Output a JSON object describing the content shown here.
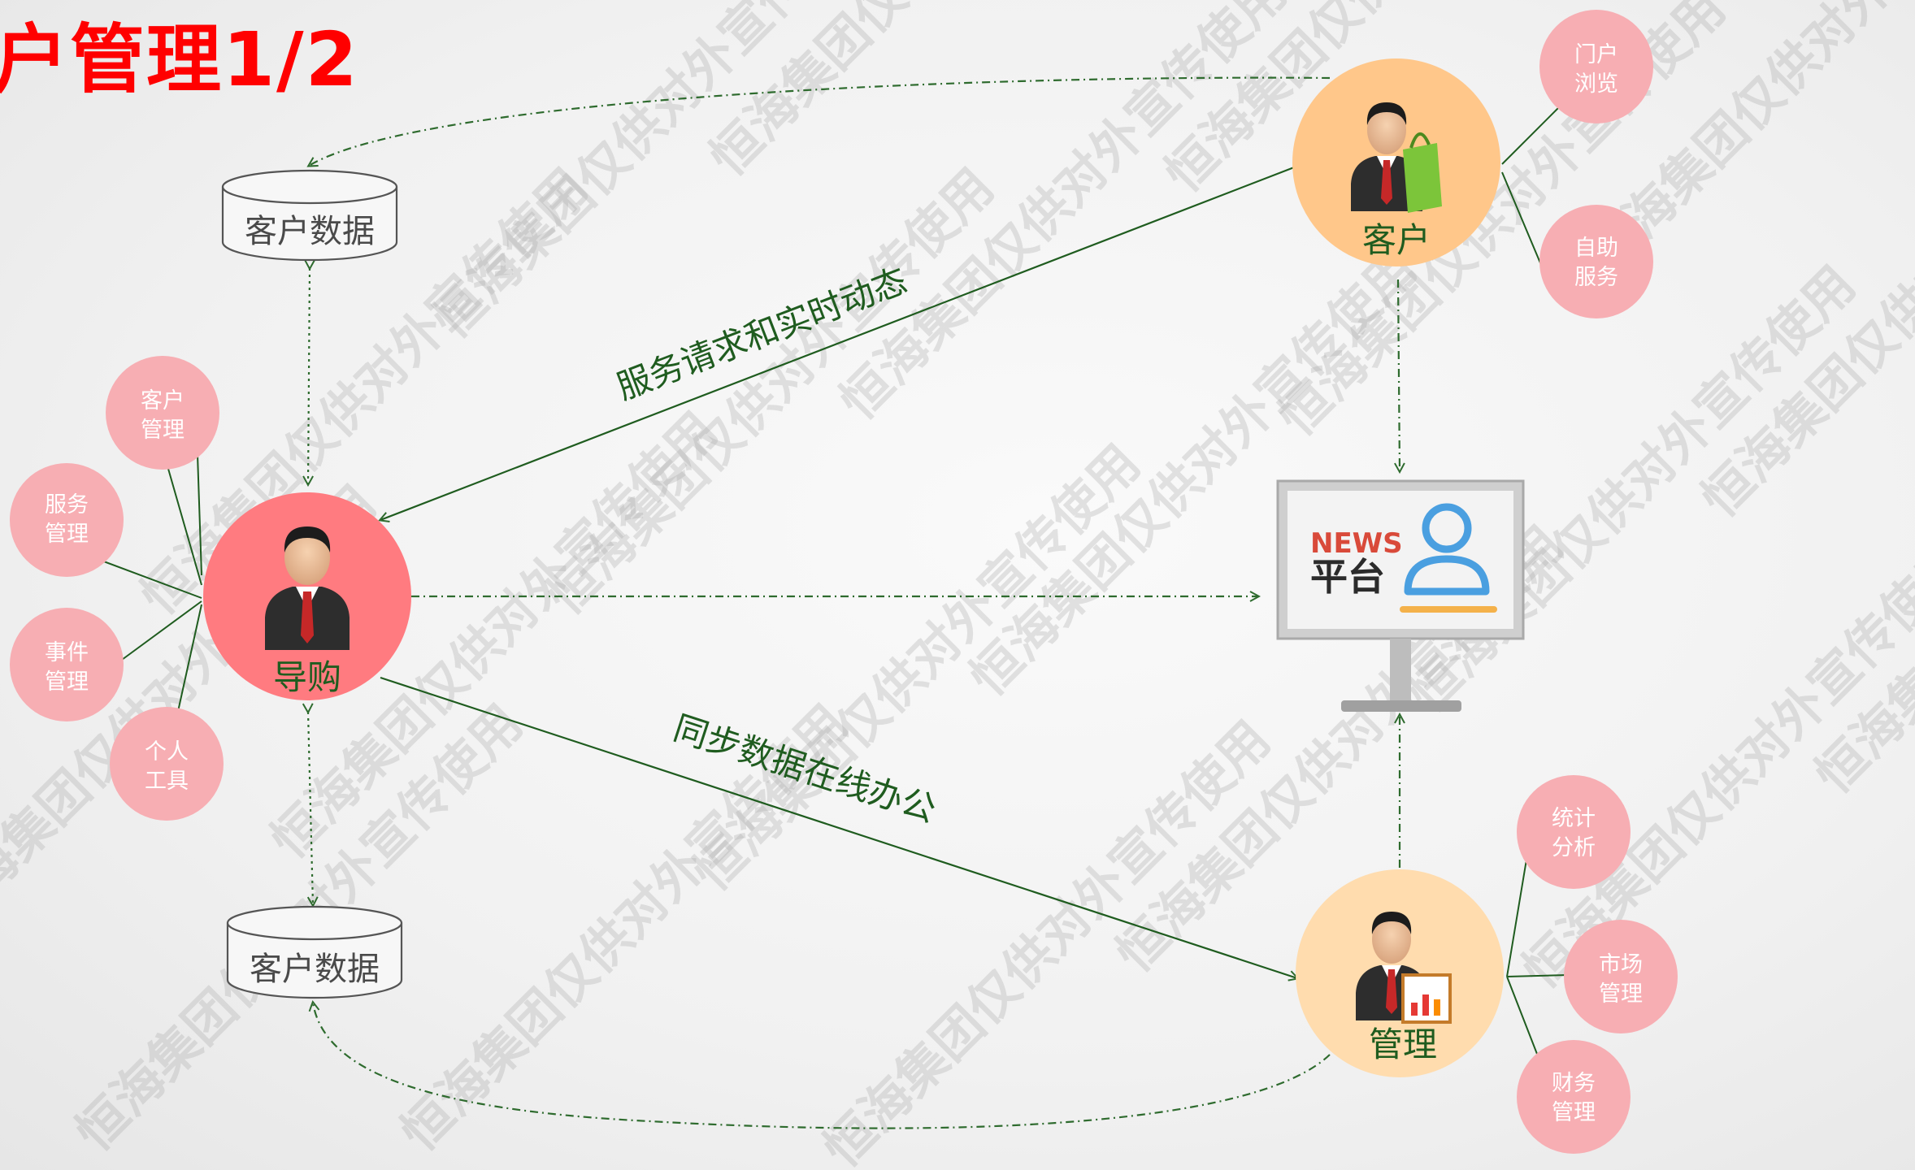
{
  "title": "户管理1/2",
  "watermark": "恒海集团仅供对外宣传使用",
  "colors": {
    "title": "#ff0000",
    "guide_circle": "#ff7b80",
    "customer_circle": "#ffc78a",
    "manager_circle": "#ffdcae",
    "bubble": "#f7aeb3",
    "line": "#1f5c1f"
  },
  "nodes": {
    "guide": {
      "label": "导购"
    },
    "customer": {
      "label": "客户"
    },
    "manager": {
      "label": "管理"
    },
    "platform": {
      "news": "NEWS",
      "label": "平台",
      "icon": "user-profile-icon"
    }
  },
  "databases": {
    "top": "客户数据",
    "bottom": "客户数据"
  },
  "connections": {
    "top": "服务请求和实时动态",
    "bottom": "同步数据在线办公"
  },
  "guide_bubbles": [
    {
      "line1": "客户",
      "line2": "管理"
    },
    {
      "line1": "服务",
      "line2": "管理"
    },
    {
      "line1": "事件",
      "line2": "管理"
    },
    {
      "line1": "个人",
      "line2": "工具"
    }
  ],
  "customer_bubbles": [
    {
      "line1": "门户",
      "line2": "浏览"
    },
    {
      "line1": "自助",
      "line2": "服务"
    }
  ],
  "manager_bubbles": [
    {
      "line1": "统计",
      "line2": "分析"
    },
    {
      "line1": "市场",
      "line2": "管理"
    },
    {
      "line1": "财务",
      "line2": "管理"
    }
  ]
}
